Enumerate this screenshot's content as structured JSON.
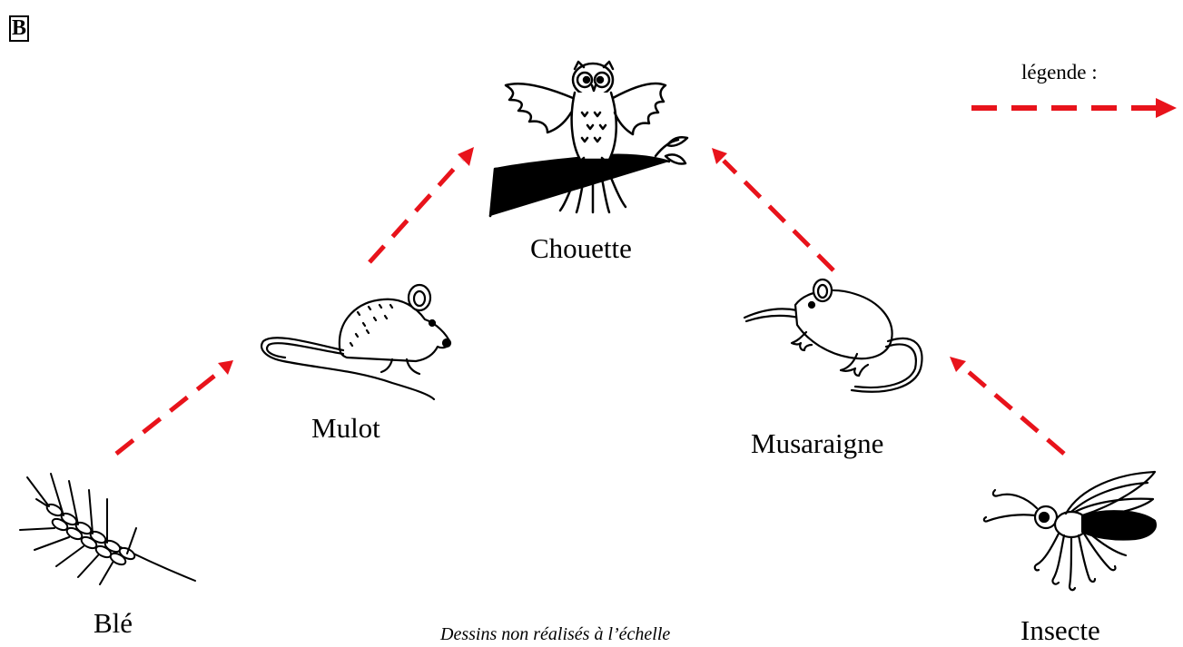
{
  "panel_letter": "B",
  "legend": {
    "label": "légende :",
    "arrow_icon": "dashed-red-arrow"
  },
  "colors": {
    "arrow": "#e8131b",
    "ink": "#000000"
  },
  "organisms": {
    "ble": "Blé",
    "mulot": "Mulot",
    "chouette": "Chouette",
    "musaraigne": "Musaraigne",
    "insecte": "Insecte"
  },
  "footnote": "Dessins non réalisés à l’échelle",
  "arrows": [
    {
      "from": "Blé",
      "to": "Mulot"
    },
    {
      "from": "Mulot",
      "to": "Chouette"
    },
    {
      "from": "Insecte",
      "to": "Musaraigne"
    },
    {
      "from": "Musaraigne",
      "to": "Chouette"
    }
  ]
}
